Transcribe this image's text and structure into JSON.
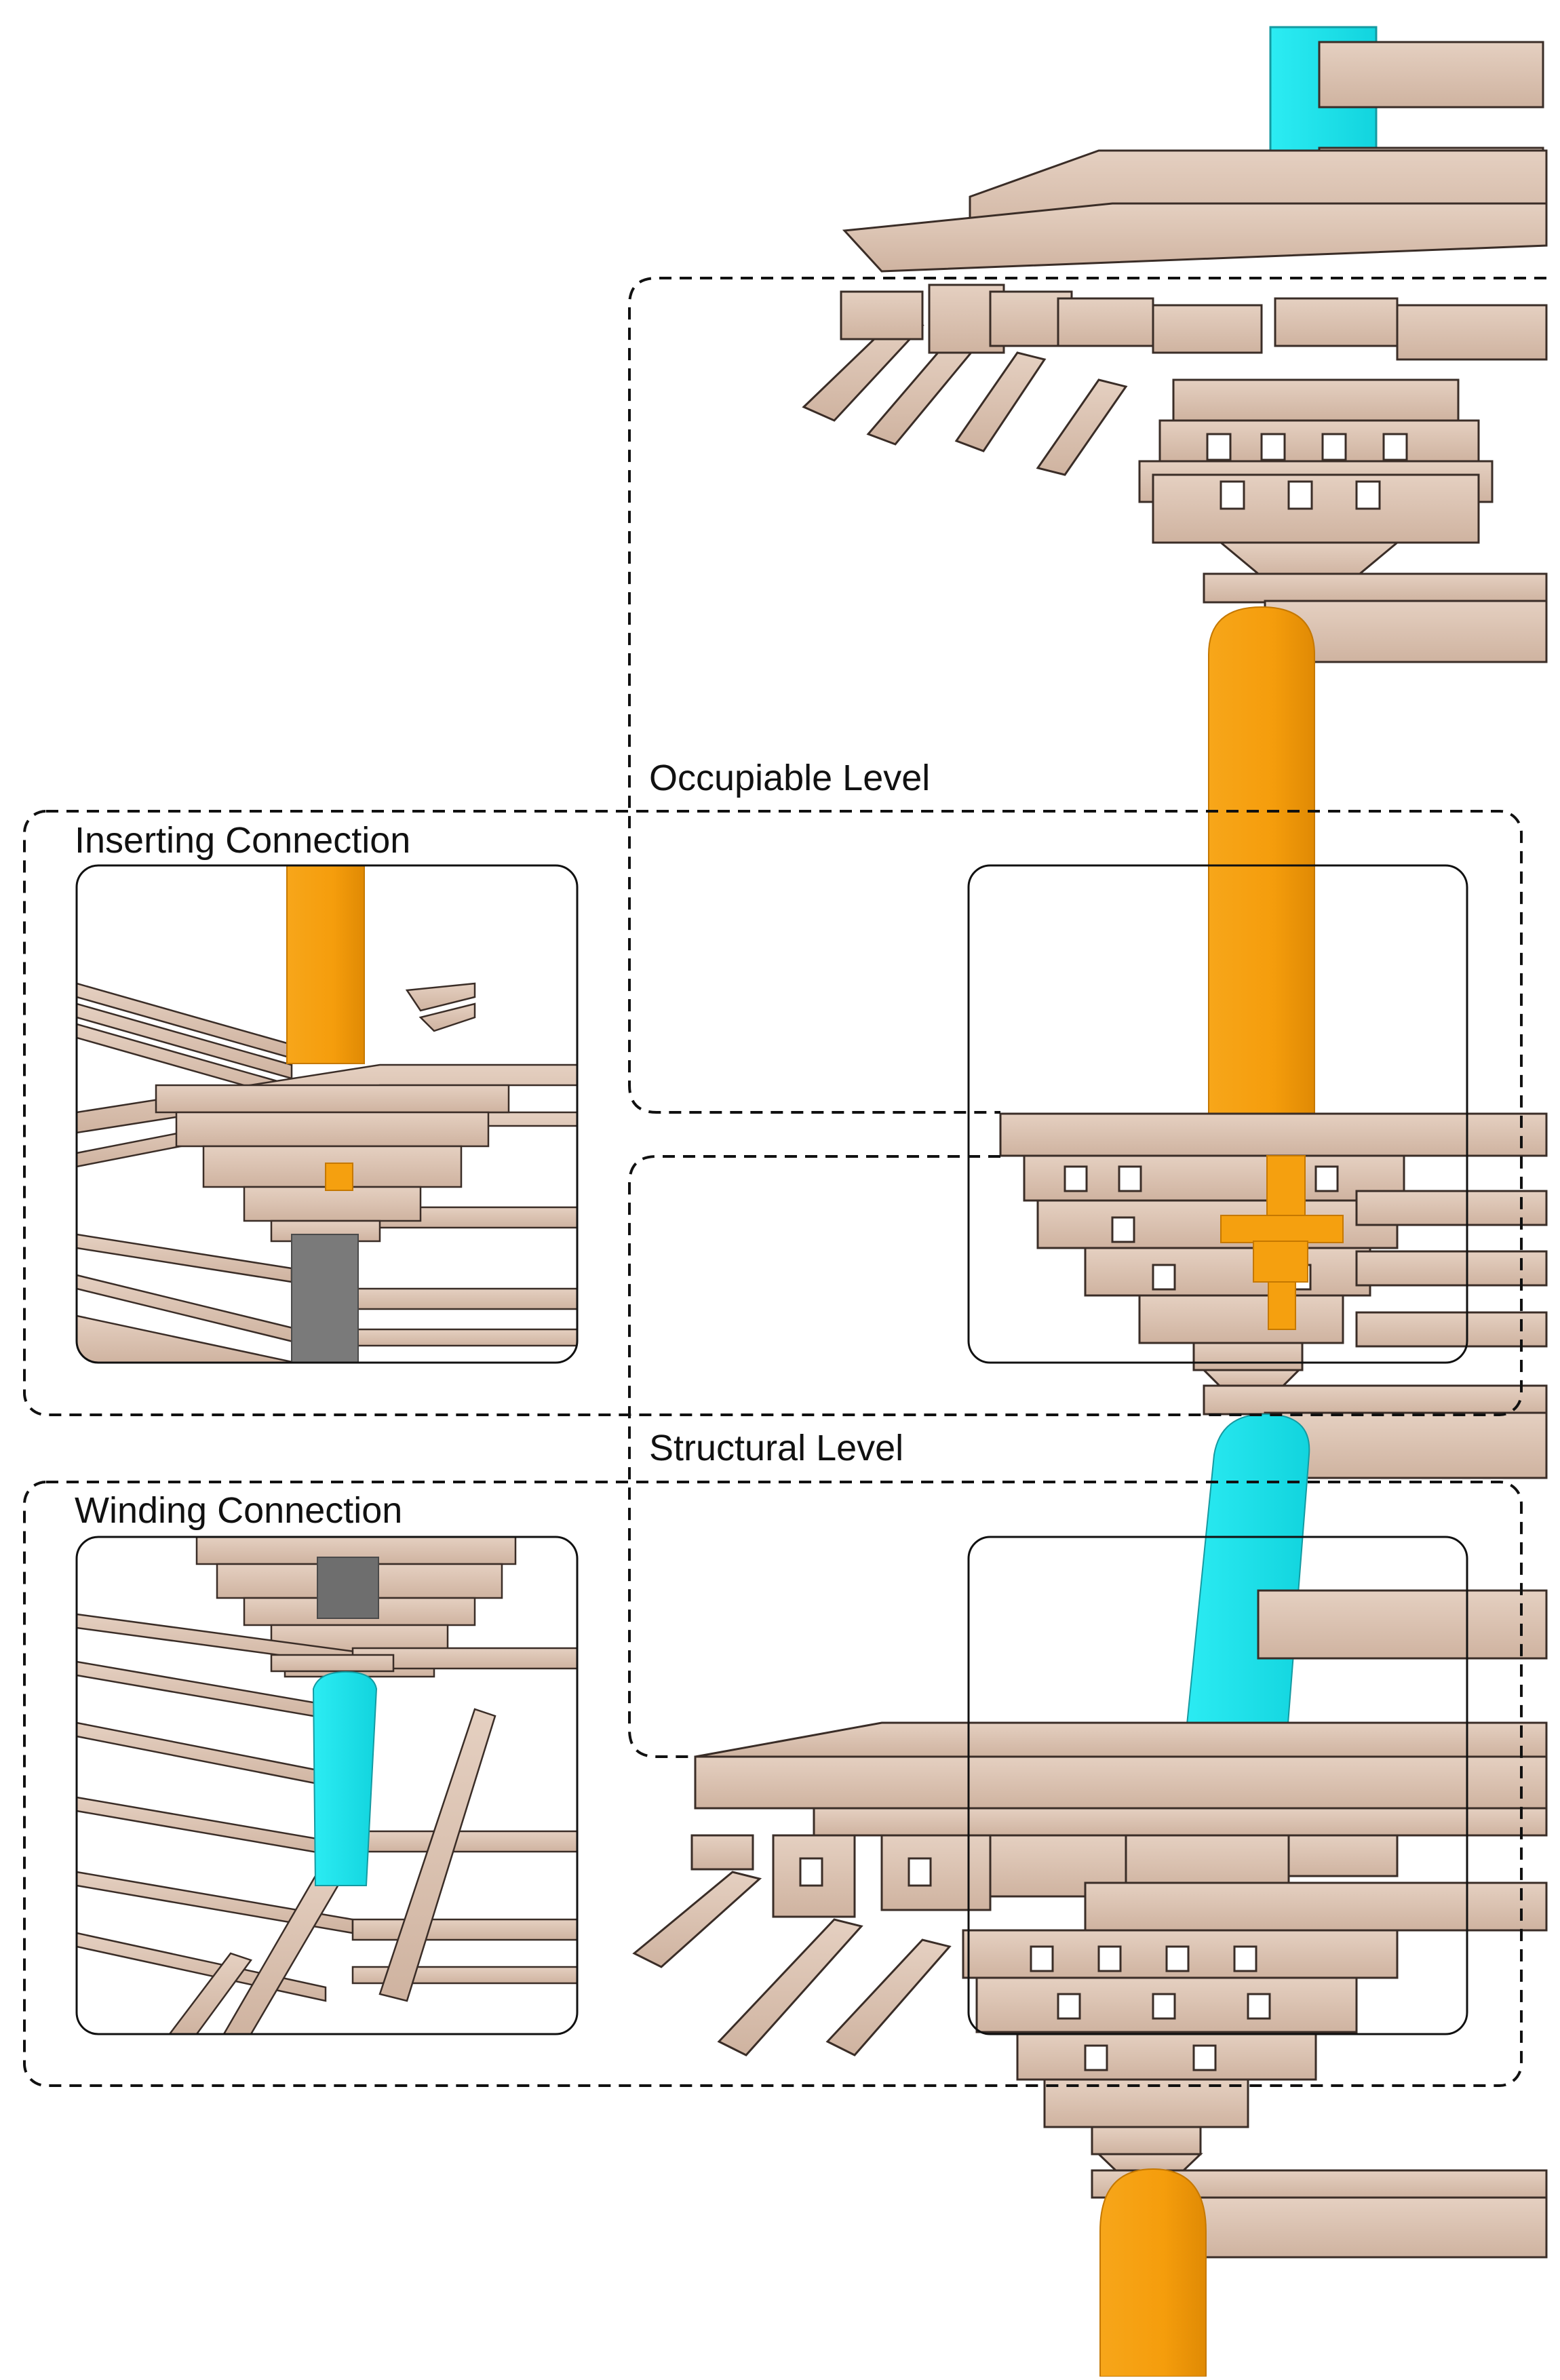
{
  "labels": {
    "occupiable_level": "Occupiable Level",
    "structural_level": "Structural Level",
    "inserting_connection": "Inserting Connection",
    "winding_connection": "Winding Connection"
  },
  "colors": {
    "background": "#ffffff",
    "wood": "#dcc3b1",
    "wood_shadow": "#c8ab97",
    "wood_outline": "#3a2d27",
    "orange_column": "#f5a00f",
    "cyan_column": "#22e6ee",
    "grey_column": "#7a7a7a",
    "frame_stroke": "#111111"
  },
  "icons": {
    "dashed_region": "dashed-rounded-rectangle",
    "inset_frame": "rounded-rectangle-frame"
  }
}
